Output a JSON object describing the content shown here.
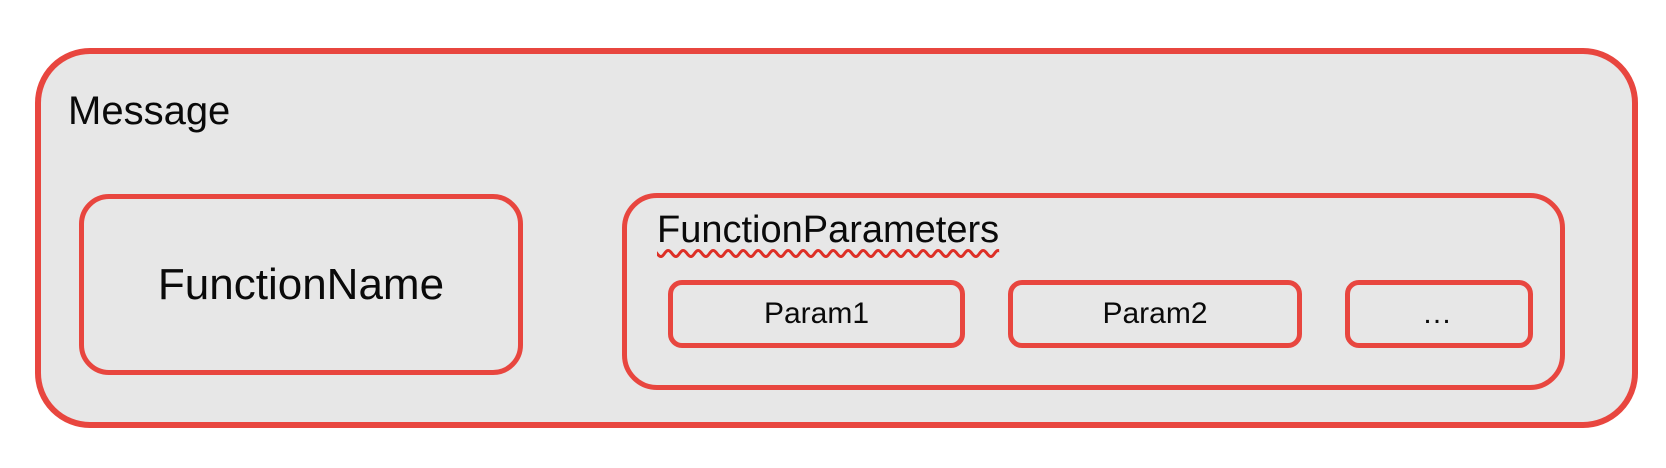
{
  "diagram": {
    "message": {
      "label": "Message"
    },
    "function_name": {
      "label": "FunctionName"
    },
    "function_parameters": {
      "label": "FunctionParameters",
      "params": [
        "Param1",
        "Param2",
        "…"
      ]
    }
  },
  "theme": {
    "accent_red": "#e8463f",
    "box_fill": "#e7e7e7",
    "squiggle_red": "#dd2f26",
    "text_color": "#0a0a0a",
    "page_background": "#ffffff"
  }
}
